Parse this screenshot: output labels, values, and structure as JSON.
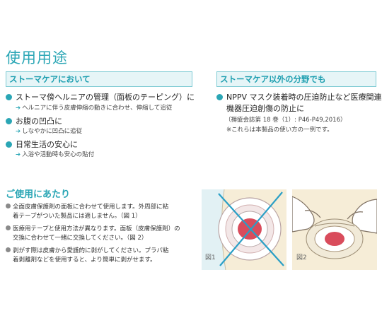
{
  "page": {
    "title": "使用用途"
  },
  "stoma_section": {
    "header": "ストーマケアにおいて",
    "items": [
      {
        "label": "ストーマ傍ヘルニアの管理（面板のテーピング）に",
        "sub": "ヘルニアに伴う皮膚伸縮の動きに合わせ、伸縮して追従"
      },
      {
        "label": "お腹の凹凸に",
        "sub": "しなやかに凹凸に追従"
      },
      {
        "label": "日常生活の安心に",
        "sub": "入浴や活動時も安心の貼付"
      }
    ]
  },
  "other_section": {
    "header": "ストーマケア以外の分野でも",
    "item_line1": "NPPV マスク装着時の圧迫防止など医療関連",
    "item_line2": "機器圧迫創傷の防止に",
    "citation": "（褥瘡会誌第 18 巻（1）: P46-P49,2016）",
    "note": "※これらは本製品の使い方の一例です。"
  },
  "usage": {
    "title": "ご使用にあたり",
    "items": [
      {
        "line1": "全面皮膚保護剤の面板に合わせて使用します。外周部に粘",
        "line2": "着テープがついた製品には適しません。（図 1）"
      },
      {
        "line1": "医療用テープと使用方法が異なります。面板（皮膚保護剤）の",
        "line2": "交換に合わせて一緒に交換してください。（図 2）"
      },
      {
        "line1": "剥がす際は皮膚から愛護的に剥がしてください。プラバ粘",
        "line2": "着剥離剤などを使用すると、より簡単に剥がせます。"
      }
    ]
  },
  "figures": {
    "fig1_label": "図1",
    "fig2_label": "図2",
    "colors": {
      "background": "#e2f1f4",
      "stoma": "#d94c5c",
      "cross": "#2a9fc6",
      "skin": "#f6edd7"
    }
  }
}
